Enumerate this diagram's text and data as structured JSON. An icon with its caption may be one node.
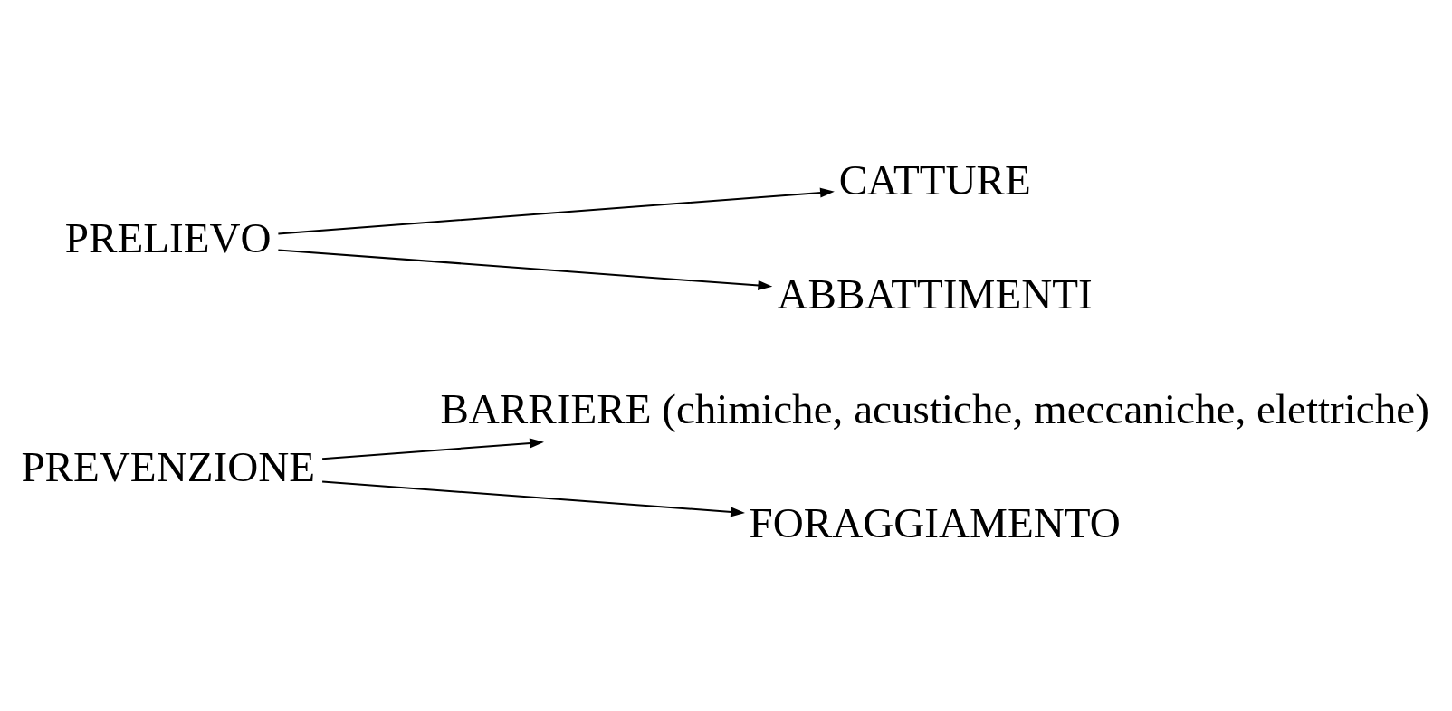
{
  "diagram": {
    "nodes": [
      {
        "text": [
          "PREVENZIONE"
        ]
      },
      {
        "text": [
          "BARRIERE (chimiche, acustiche, meccaniche, elettriche)"
        ]
      },
      {
        "text": [
          "FORAGGIAMENTO"
        ]
      },
      {
        "text": [
          "PRELIEVO"
        ]
      },
      {
        "text": [
          "CATTURE"
        ]
      },
      {
        "text": [
          "ABBATTIMENTI"
        ]
      }
    ],
    "edges": [
      {
        "from": 0,
        "to": 1,
        "arrow": "to"
      },
      {
        "from": 0,
        "to": 2,
        "arrow": "to"
      },
      {
        "from": 3,
        "to": 4,
        "arrow": "to"
      },
      {
        "from": 3,
        "to": 5,
        "arrow": "to"
      }
    ]
  }
}
